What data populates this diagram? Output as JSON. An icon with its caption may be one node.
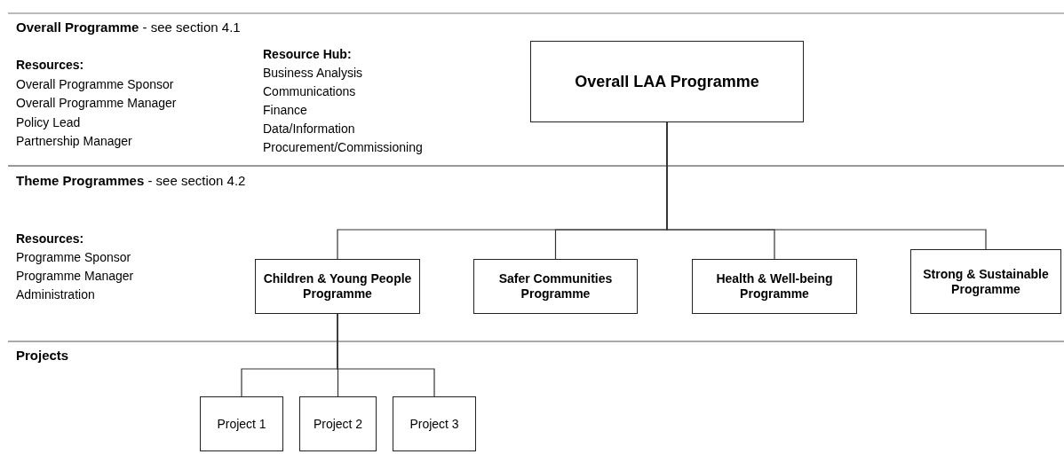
{
  "diagram": {
    "nodes": [
      {
        "text": [
          "Overall LAA Programme"
        ]
      },
      {
        "text": [
          "Children & Young People Programme"
        ]
      },
      {
        "text": [
          "Safer Communities Programme"
        ]
      },
      {
        "text": [
          "Health & Well-being Programme"
        ]
      },
      {
        "text": [
          "Strong & Sustainable Programme"
        ]
      },
      {
        "text": [
          "Project 1"
        ]
      },
      {
        "text": [
          "Project 2"
        ]
      },
      {
        "text": [
          "Project 3"
        ]
      }
    ],
    "edges": [
      {
        "from": 0,
        "to": 1,
        "arrow": "none"
      },
      {
        "from": 0,
        "to": 2,
        "arrow": "none"
      },
      {
        "from": 0,
        "to": 3,
        "arrow": "none"
      },
      {
        "from": 0,
        "to": 4,
        "arrow": "none"
      },
      {
        "from": 1,
        "to": 5,
        "arrow": "none"
      },
      {
        "from": 1,
        "to": 6,
        "arrow": "none"
      },
      {
        "from": 1,
        "to": 7,
        "arrow": "none"
      }
    ],
    "labels": [
      "**Overall  Programme** - see section 4.1",
      "Resource Hub:",
      "Resources:",
      "Business Analysis",
      "Overall Programme Sponsor",
      "Communications",
      "Overall Programme Manager",
      "Finance",
      "Policy Lead",
      "Data/Information",
      "Partnership Manager",
      "Procurement/Commissioning",
      "**Theme  Programmes** - see section 4.2",
      "Resources:",
      "Programme Sponsor",
      "Programme Manager",
      "Administration",
      "Projects"
    ]
  }
}
